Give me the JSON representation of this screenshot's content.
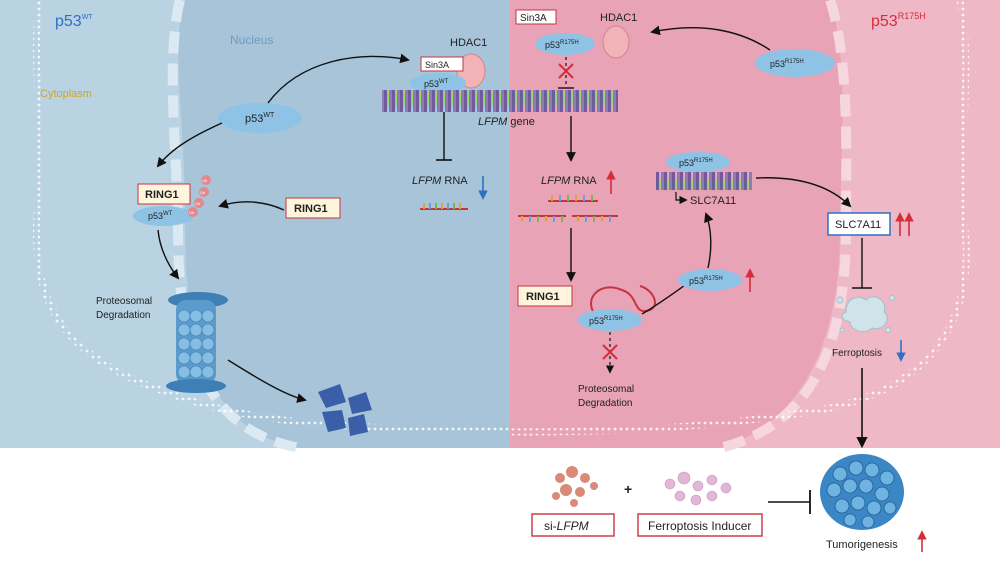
{
  "left_panel": {
    "title": "p53",
    "title_sup": "WT",
    "cytoplasm": "Cytoplasm",
    "nucleus": "Nucleus",
    "hdac1": "HDAC1",
    "sin3a": "Sin3A",
    "p53_base": "p53",
    "wt_sup": "WT",
    "gene_word": "LFPM",
    "gene_suffix": " gene",
    "rna_word": "LFPM",
    "rna_suffix": " RNA",
    "ring1": "RING1",
    "ub": "Ub",
    "proteosomal_1": "Proteosomal",
    "degradation_1": "Degradation"
  },
  "right_panel": {
    "title": "p53",
    "title_sup": "R175H",
    "mut_sup": "R175H",
    "sin3a": "Sin3A",
    "hdac1": "HDAC1",
    "p53_base": "p53",
    "rna_word": "LFPM",
    "rna_suffix": " RNA",
    "slc7a11_gene": "SLC7A11",
    "slc7a11_box": "SLC7A11",
    "ring1": "RING1",
    "proteosomal_2": "Proteosomal",
    "degradation_2": "Degradation",
    "ferroptosis": "Ferroptosis",
    "tumorigenesis": "Tumorigenesis"
  },
  "bottom": {
    "si_prefix": "si-",
    "si_word": "LFPM",
    "plus": "+",
    "inducer": "Ferroptosis Inducer"
  },
  "colors": {
    "left_bg": "#b9d3e3",
    "right_bg": "#eeb8c6",
    "up_arrow": "#d62d3a",
    "down_arrow": "#2f6fc2",
    "protein": "#8ec3e6",
    "box_border": "#c9333f"
  }
}
